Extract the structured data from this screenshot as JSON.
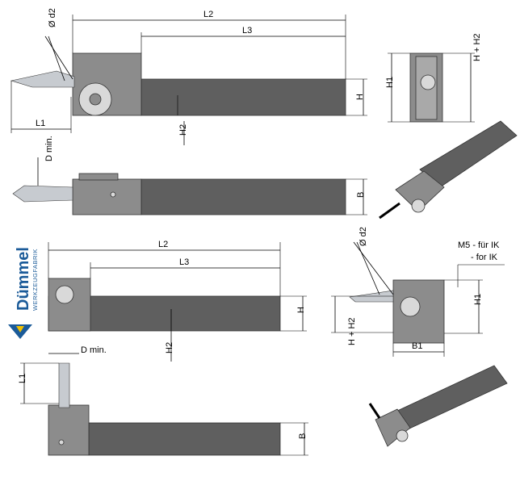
{
  "brand": {
    "name": "Dümmel",
    "subtitle": "WERKZEUGFABRIK",
    "colors": {
      "blue": "#1b5b99",
      "yellow": "#f2c100"
    }
  },
  "dimensions": {
    "L1": "L1",
    "L2": "L2",
    "L3": "L3",
    "H": "H",
    "H1": "H1",
    "H2": "H2",
    "H_plus_H2": "H + H2",
    "B": "B",
    "B1": "B1",
    "d2": "Ø d2",
    "D_min": "D min.",
    "M5_de": "M5 - für IK",
    "M5_en": "- for IK"
  },
  "colors": {
    "body": "#5f5f5f",
    "blade": "#c7cbd0"
  }
}
